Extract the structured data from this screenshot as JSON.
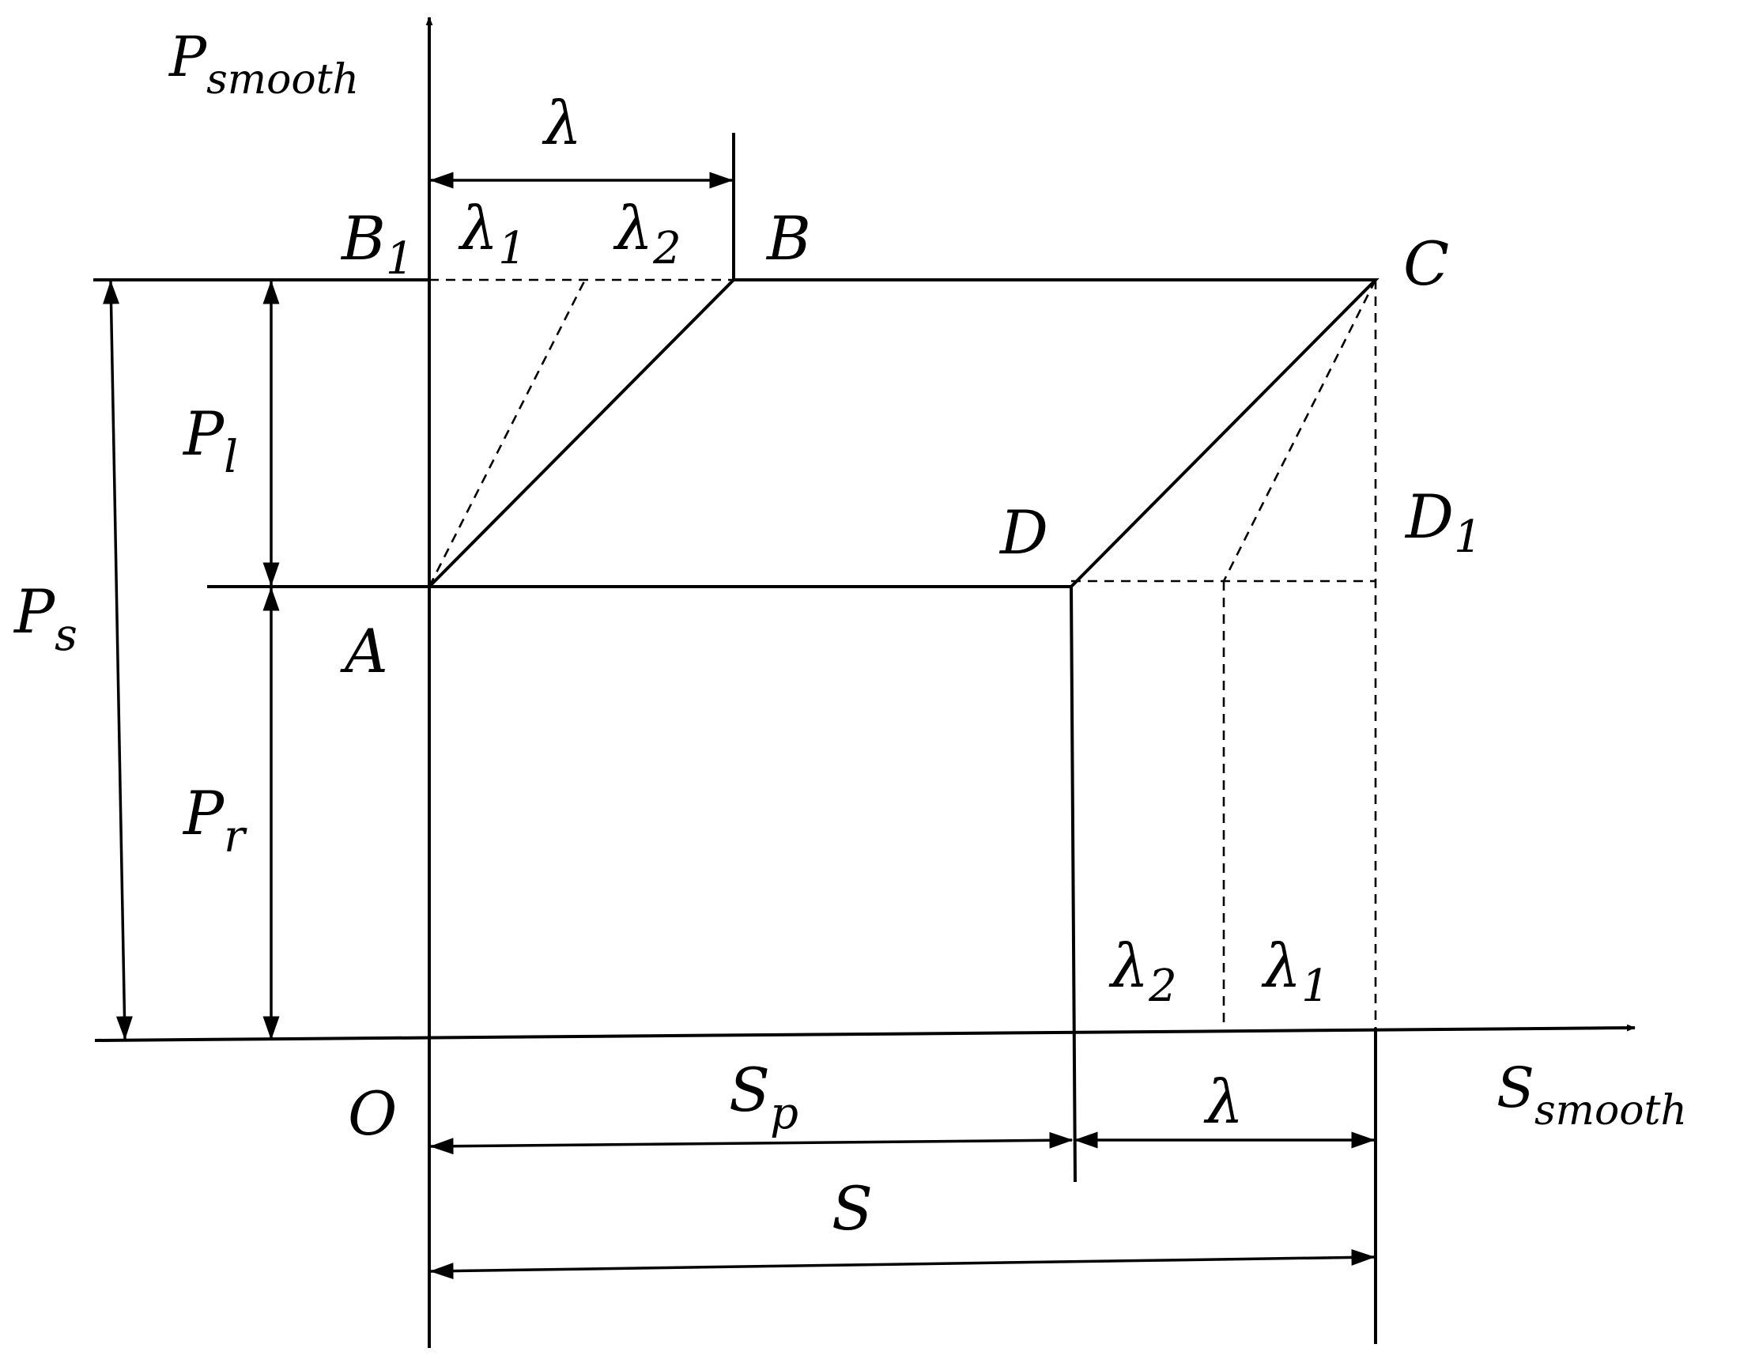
{
  "axes": {
    "y_main": "P",
    "y_sub": "smooth",
    "x_main": "S",
    "x_sub": "smooth"
  },
  "points": {
    "origin": "O",
    "A": "A",
    "B": "B",
    "B1_main": "B",
    "B1_sub": "1",
    "C": "C",
    "D": "D",
    "D1_main": "D",
    "D1_sub": "1"
  },
  "top_labels": {
    "lambda": "λ",
    "lambda1_main": "λ",
    "lambda1_sub": "1",
    "lambda2_main": "λ",
    "lambda2_sub": "2"
  },
  "bottom_labels": {
    "lambda2_main": "λ",
    "lambda2_sub": "2",
    "lambda1_main": "λ",
    "lambda1_sub": "1"
  },
  "dimensions": {
    "Pl_main": "P",
    "Pl_sub": "l",
    "Pr_main": "P",
    "Pr_sub": "r",
    "Ps_main": "P",
    "Ps_sub": "s",
    "Sp_main": "S",
    "Sp_sub": "p",
    "lambda": "λ",
    "S": "S"
  }
}
